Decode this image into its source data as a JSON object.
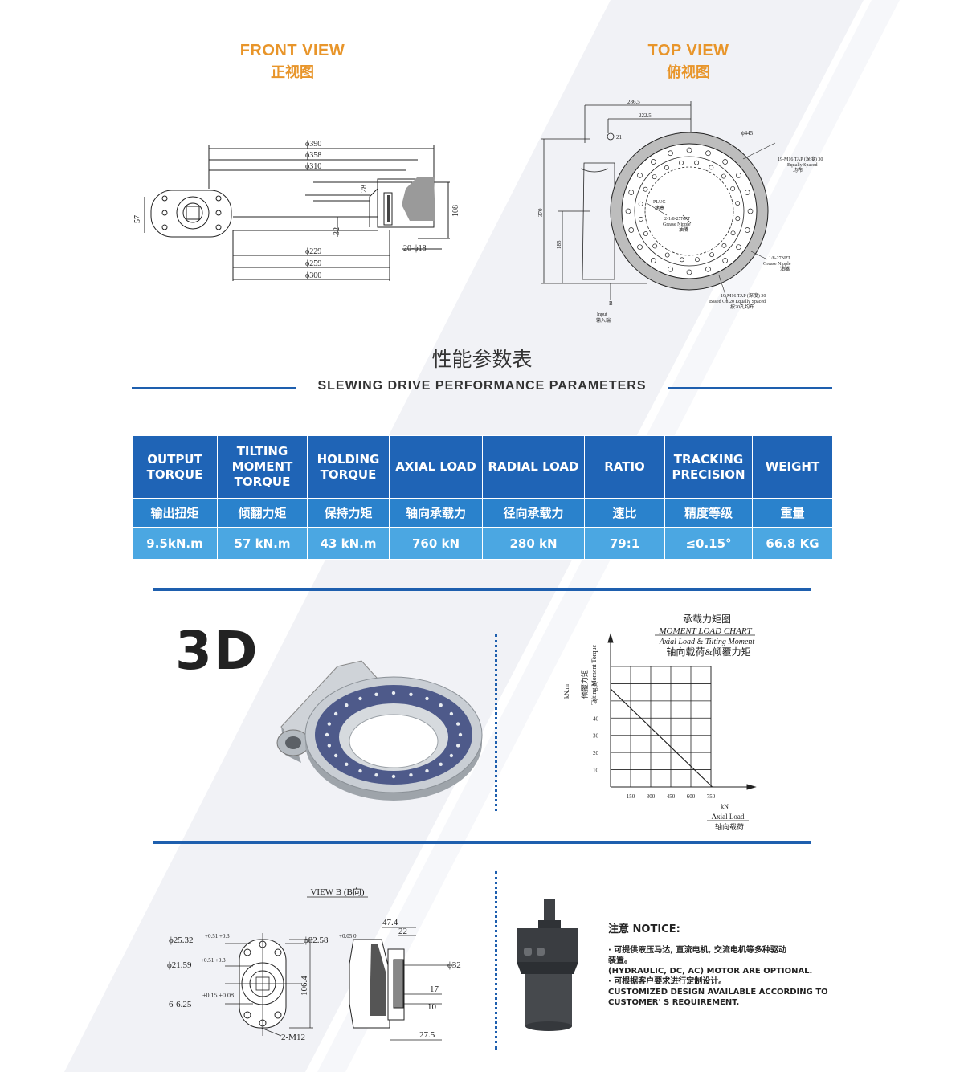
{
  "front_view": {
    "title_en": "FRONT VIEW",
    "title_cn": "正视图",
    "dims": {
      "d390": "ϕ390",
      "d358": "ϕ358",
      "d310": "ϕ310",
      "h28": "28",
      "h108": "108",
      "h57": "57",
      "h32": "32",
      "hole": "20-ϕ18",
      "d229": "ϕ229",
      "d259": "ϕ259",
      "d300": "ϕ300"
    }
  },
  "top_view": {
    "title_en": "TOP VIEW",
    "title_cn": "俯视图",
    "dims": {
      "w286": "286.5",
      "w222": "222.5",
      "c21": "21",
      "d445": "ϕ445",
      "h370": "370",
      "h185": "185",
      "tap1": "19-M16 TAP (深度) 30",
      "tap1b": "Equally Spaced",
      "tap1c": "均布",
      "plug": "PLUG",
      "plug_cn": "堵塞",
      "nipple1": "2-1/8-27NPT",
      "nipple1b": "Grease Nipple",
      "nipple1c": "油嘴",
      "nipple2": "1/8-27NPT",
      "nipple2b": "Grease Nipple",
      "nipple2c": "油嘴",
      "tap2": "19-M16 TAP (深度) 30",
      "tap2b": "Based On 20 Equally Spaced",
      "tap2c": "按20孔均布",
      "b": "B",
      "input": "Input",
      "input_cn": "输入端"
    }
  },
  "section": {
    "title_cn": "性能参数表",
    "title_en": "SLEWING DRIVE PERFORMANCE PARAMETERS"
  },
  "parameters": {
    "headers_en": [
      "OUTPUT TORQUE",
      "TILTING MOMENT TORQUE",
      "HOLDING TORQUE",
      "AXIAL LOAD",
      "RADIAL LOAD",
      "RATIO",
      "TRACKING PRECISION",
      "WEIGHT"
    ],
    "headers_cn": [
      "输出扭矩",
      "倾翻力矩",
      "保持力矩",
      "轴向承载力",
      "径向承载力",
      "速比",
      "精度等级",
      "重量"
    ],
    "values": [
      "9.5kN.m",
      "57 kN.m",
      "43 kN.m",
      "760 kN",
      "280 kN",
      "79:1",
      "≤0.15°",
      "66.8 KG"
    ]
  },
  "model_3d": {
    "label": "3D"
  },
  "chart_data": {
    "type": "line",
    "title": "承载力矩图",
    "subtitle": "MOMENT LOAD CHART",
    "subtitle2": "Axial Load & Tilting Moment",
    "subtitle3": "轴向载荷&倾覆力矩",
    "xlabel": "kN",
    "xlabel2": "Axial Load",
    "xlabel3": "轴向载荷",
    "ylabel": "kN.m",
    "ylabel2": "Tilting Moment Torque",
    "ylabel3": "倾覆力矩",
    "x_ticks": [
      "150",
      "300",
      "450",
      "600",
      "750"
    ],
    "y_ticks": [
      "10",
      "20",
      "30",
      "40",
      "50",
      "60"
    ],
    "xlim": [
      0,
      900
    ],
    "ylim": [
      0,
      70
    ],
    "grid": true,
    "series": [
      {
        "x": [
          0,
          760
        ],
        "y": [
          57,
          0
        ]
      }
    ]
  },
  "view_b": {
    "title": "VIEW B (B向)",
    "dims": {
      "d25": "ϕ25.32",
      "d25tol": "+0.51 +0.3",
      "d82": "ϕ82.58",
      "d82tol": "+0.05 0",
      "d21": "ϕ21.59",
      "d21tol": "+0.51 +0.3",
      "key": "6-6.25",
      "keytol": "+0.15 +0.08",
      "h106": "106.4",
      "m12": "2-M12",
      "w47": "47.4",
      "w22": "22",
      "d32": "ϕ32",
      "h17": "17",
      "h10": "10",
      "w27": "27.5"
    }
  },
  "notice": {
    "title": "注意 NOTICE:",
    "lines": [
      "· 可提供液压马达, 直流电机, 交流电机等多种驱动",
      "装置。",
      "(HYDRAULIC, DC, AC) MOTOR ARE OPTIONAL.",
      "· 可根据客户要求进行定制设计。",
      "CUSTOMIZED DESIGN AVAILABLE ACCORDING TO",
      "CUSTOMER' S REQUIREMENT."
    ]
  }
}
